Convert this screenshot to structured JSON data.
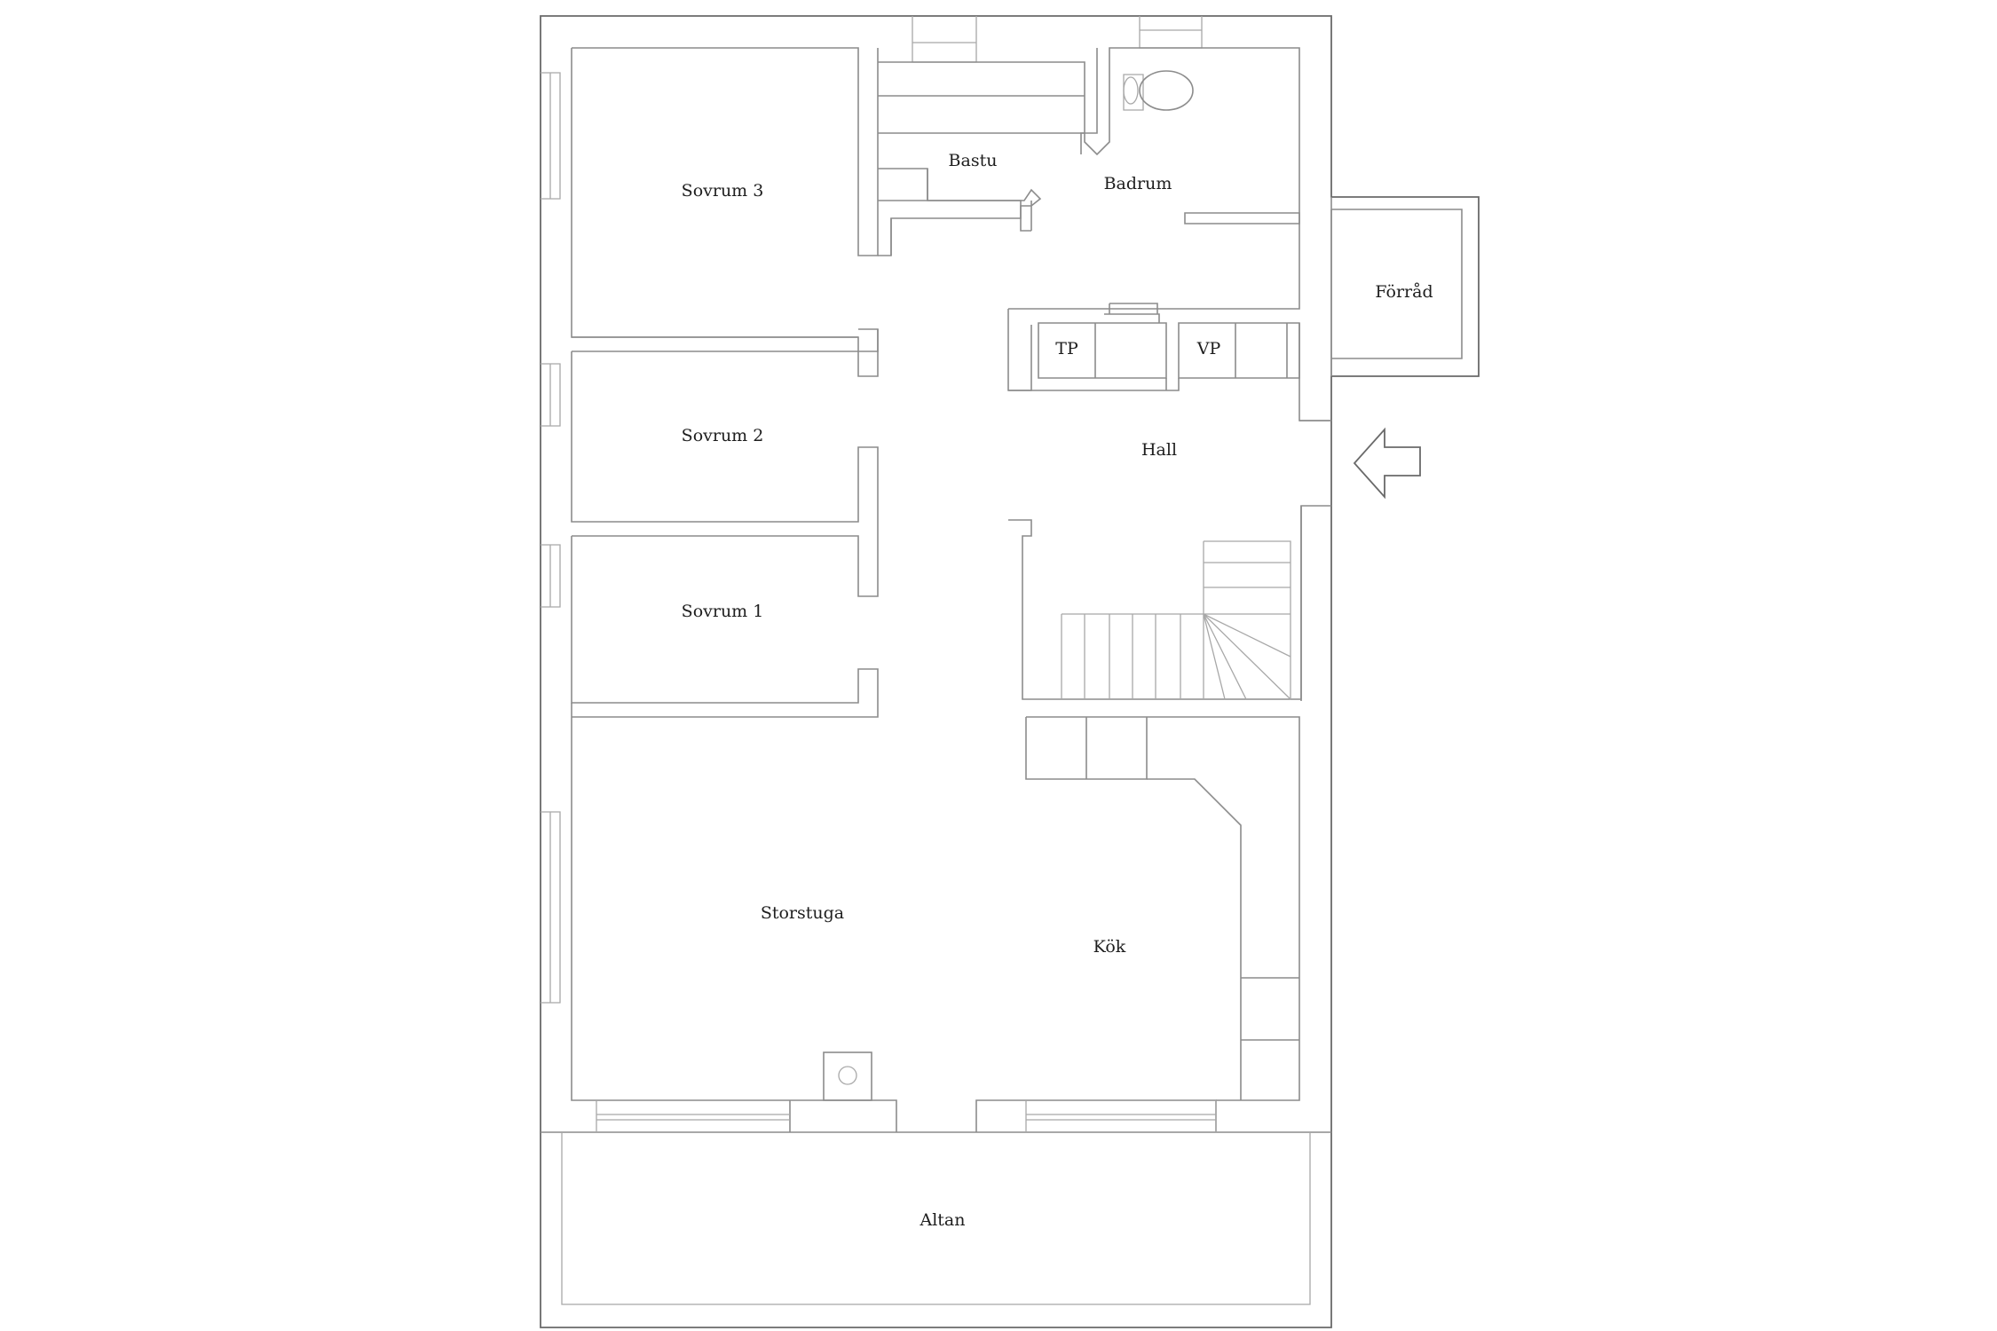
{
  "floorplan": {
    "rooms": {
      "sovrum3": "Sovrum 3",
      "sovrum2": "Sovrum 2",
      "sovrum1": "Sovrum 1",
      "bastu": "Bastu",
      "badrum": "Badrum",
      "forrad": "Förråd",
      "tp": "TP",
      "vp": "VP",
      "hall": "Hall",
      "storstuga": "Storstuga",
      "kok": "Kök",
      "altan": "Altan"
    },
    "icons": {
      "entrance": "arrow-left-icon",
      "toilet": "toilet-icon",
      "stairs": "staircase-icon",
      "fireplace": "fireplace-icon"
    }
  }
}
